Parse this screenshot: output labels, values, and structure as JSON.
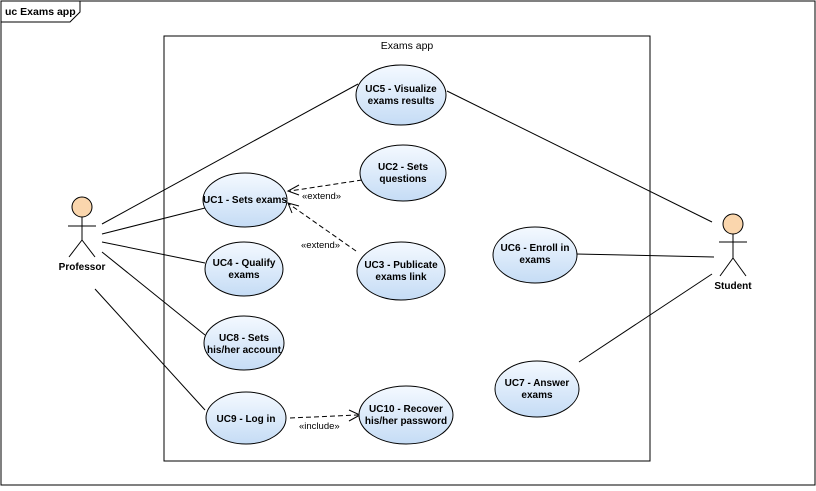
{
  "frame": {
    "title": "uc Exams app"
  },
  "system": {
    "title": "Exams app"
  },
  "actors": {
    "professor": {
      "label": "Professor"
    },
    "student": {
      "label": "Student"
    }
  },
  "use_cases": {
    "uc1": [
      "UC1 - Sets exams"
    ],
    "uc2": [
      "UC2 - Sets",
      "questions"
    ],
    "uc3": [
      "UC3 - Publicate",
      "exams link"
    ],
    "uc4": [
      "UC4 - Qualify",
      "exams"
    ],
    "uc5": [
      "UC5 - Visualize",
      "exams results"
    ],
    "uc6": [
      "UC6 - Enroll in",
      "exams"
    ],
    "uc7": [
      "UC7 - Answer",
      "exams"
    ],
    "uc8": [
      "UC8 - Sets",
      "his/her account"
    ],
    "uc9": [
      "UC9 - Log in"
    ],
    "uc10": [
      "UC10 - Recover",
      "his/her password"
    ]
  },
  "relations": {
    "extend_uc2": "«extend»",
    "extend_uc3": "«extend»",
    "include_uc10": "«include»"
  },
  "colors": {
    "actor_head": "#fad6ad",
    "use_case_fill_top": "#f4f9ff",
    "use_case_fill_bottom": "#c5dcf5",
    "stroke": "#000000"
  }
}
